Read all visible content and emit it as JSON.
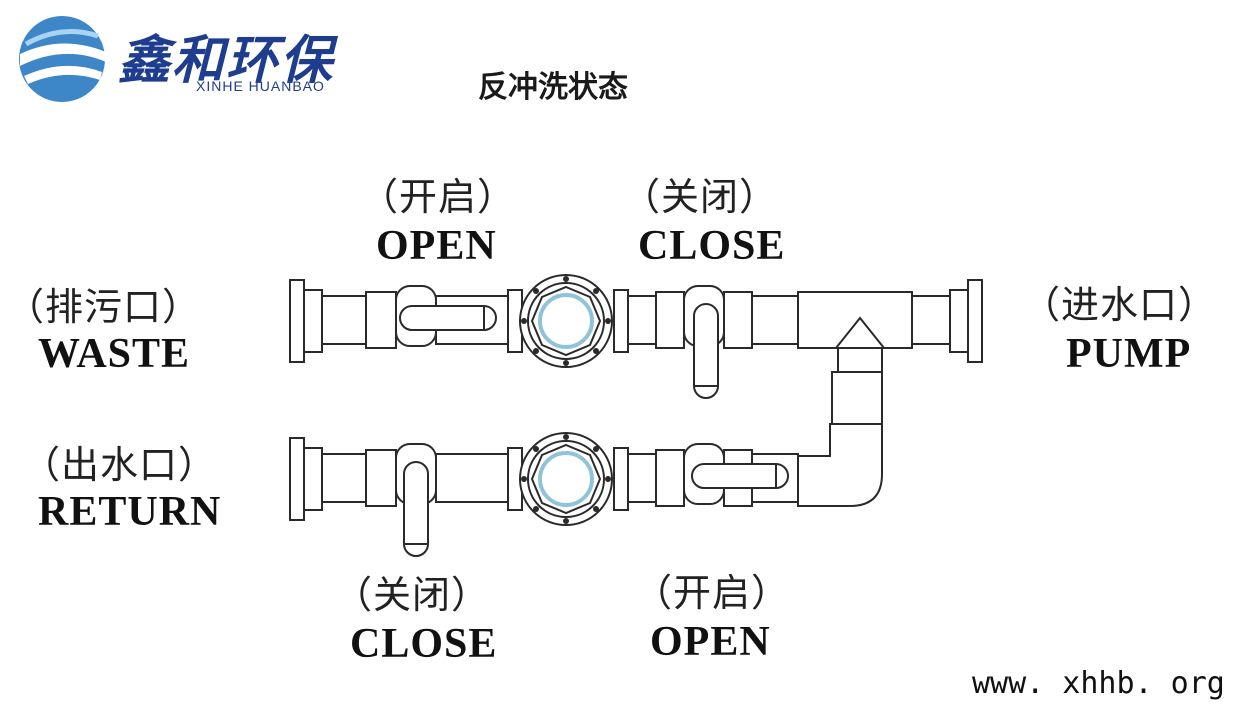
{
  "brand": {
    "name_cn": "鑫和环保",
    "name_en": "XINHE HUANBAO",
    "logo_colors": {
      "primary": "#2b6fb8",
      "light": "#6fb0e0",
      "dark": "#1e3d8f"
    }
  },
  "title": "反冲洗状态",
  "labels": {
    "top_valve_left": {
      "cn": "（开启）",
      "en": "OPEN"
    },
    "top_valve_right": {
      "cn": "（关闭）",
      "en": "CLOSE"
    },
    "waste": {
      "cn": "（排污口）",
      "en": "WASTE"
    },
    "pump": {
      "cn": "（进水口）",
      "en": "PUMP"
    },
    "return": {
      "cn": "（出水口）",
      "en": "RETURN"
    },
    "bottom_valve_left": {
      "cn": "（关闭）",
      "en": "CLOSE"
    },
    "bottom_valve_right": {
      "cn": "（开启）",
      "en": "OPEN"
    }
  },
  "website": "www. xhhb. org",
  "colors": {
    "line": "#2a2a2a",
    "sight_glass": "#8fc3d8"
  }
}
